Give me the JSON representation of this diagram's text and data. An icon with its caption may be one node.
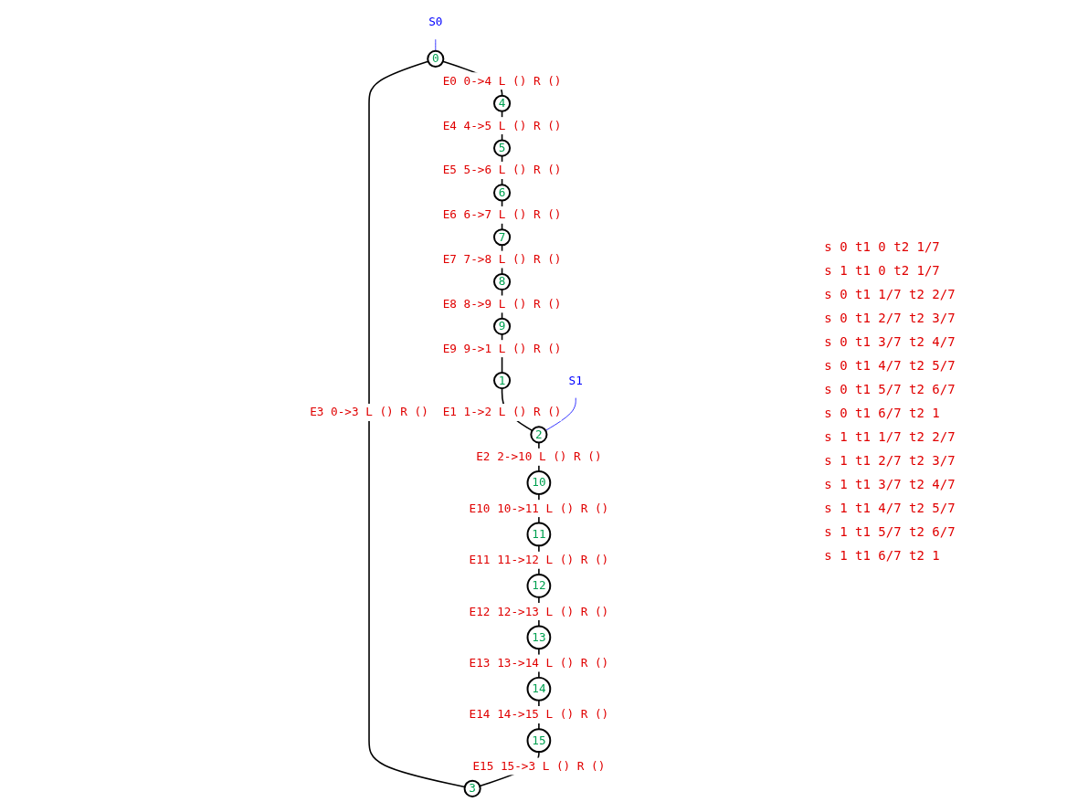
{
  "diagram": {
    "nodes": [
      {
        "text": [
          "0"
        ]
      },
      {
        "text": [
          "1"
        ]
      },
      {
        "text": [
          "2"
        ]
      },
      {
        "text": [
          "3"
        ]
      },
      {
        "text": [
          "4"
        ]
      },
      {
        "text": [
          "5"
        ]
      },
      {
        "text": [
          "6"
        ]
      },
      {
        "text": [
          "7"
        ]
      },
      {
        "text": [
          "8"
        ]
      },
      {
        "text": [
          "9"
        ]
      },
      {
        "text": [
          "10"
        ]
      },
      {
        "text": [
          "11"
        ]
      },
      {
        "text": [
          "12"
        ]
      },
      {
        "text": [
          "13"
        ]
      },
      {
        "text": [
          "14"
        ]
      },
      {
        "text": [
          "15"
        ]
      },
      {
        "text": [
          "S0"
        ]
      },
      {
        "text": [
          "S1"
        ]
      }
    ],
    "edges": [
      {
        "from": 0,
        "to": 4,
        "arrow": "none",
        "label": "E0 0->4 L () R ()"
      },
      {
        "from": 1,
        "to": 2,
        "arrow": "none",
        "label": "E1 1->2 L () R ()"
      },
      {
        "from": 2,
        "to": 10,
        "arrow": "none",
        "label": "E2 2->10 L () R ()"
      },
      {
        "from": 0,
        "to": 3,
        "arrow": "none",
        "label": "E3 0->3 L () R ()"
      },
      {
        "from": 4,
        "to": 5,
        "arrow": "none",
        "label": "E4 4->5 L () R ()"
      },
      {
        "from": 5,
        "to": 6,
        "arrow": "none",
        "label": "E5 5->6 L () R ()"
      },
      {
        "from": 6,
        "to": 7,
        "arrow": "none",
        "label": "E6 6->7 L () R ()"
      },
      {
        "from": 7,
        "to": 8,
        "arrow": "none",
        "label": "E7 7->8 L () R ()"
      },
      {
        "from": 8,
        "to": 9,
        "arrow": "none",
        "label": "E8 8->9 L () R ()"
      },
      {
        "from": 9,
        "to": 1,
        "arrow": "none",
        "label": "E9 9->1 L () R ()"
      },
      {
        "from": 10,
        "to": 11,
        "arrow": "none",
        "label": "E10 10->11 L () R ()"
      },
      {
        "from": 11,
        "to": 12,
        "arrow": "none",
        "label": "E11 11->12 L () R ()"
      },
      {
        "from": 12,
        "to": 13,
        "arrow": "none",
        "label": "E12 12->13 L () R ()"
      },
      {
        "from": 13,
        "to": 14,
        "arrow": "none",
        "label": "E13 13->14 L () R ()"
      },
      {
        "from": 14,
        "to": 15,
        "arrow": "none",
        "label": "E14 14->15 L () R ()"
      },
      {
        "from": 15,
        "to": 3,
        "arrow": "none",
        "label": "E15 15->3 L () R ()"
      },
      {
        "from": 16,
        "to": 0,
        "arrow": "none",
        "color": "#0000ff"
      },
      {
        "from": 17,
        "to": 2,
        "arrow": "none",
        "color": "#0000ff"
      }
    ],
    "labels": [
      "s 0 t1 0 t2 1/7",
      "s 1 t1 0 t2 1/7",
      "s 0 t1 1/7 t2 2/7",
      "s 0 t1 2/7 t2 3/7",
      "s 0 t1 3/7 t2 4/7",
      "s 0 t1 4/7 t2 5/7",
      "s 0 t1 5/7 t2 6/7",
      "s 0 t1 6/7 t2 1",
      "s 1 t1 1/7 t2 2/7",
      "s 1 t1 2/7 t2 3/7",
      "s 1 t1 3/7 t2 4/7",
      "s 1 t1 4/7 t2 5/7",
      "s 1 t1 5/7 t2 6/7",
      "s 1 t1 6/7 t2 1"
    ]
  }
}
